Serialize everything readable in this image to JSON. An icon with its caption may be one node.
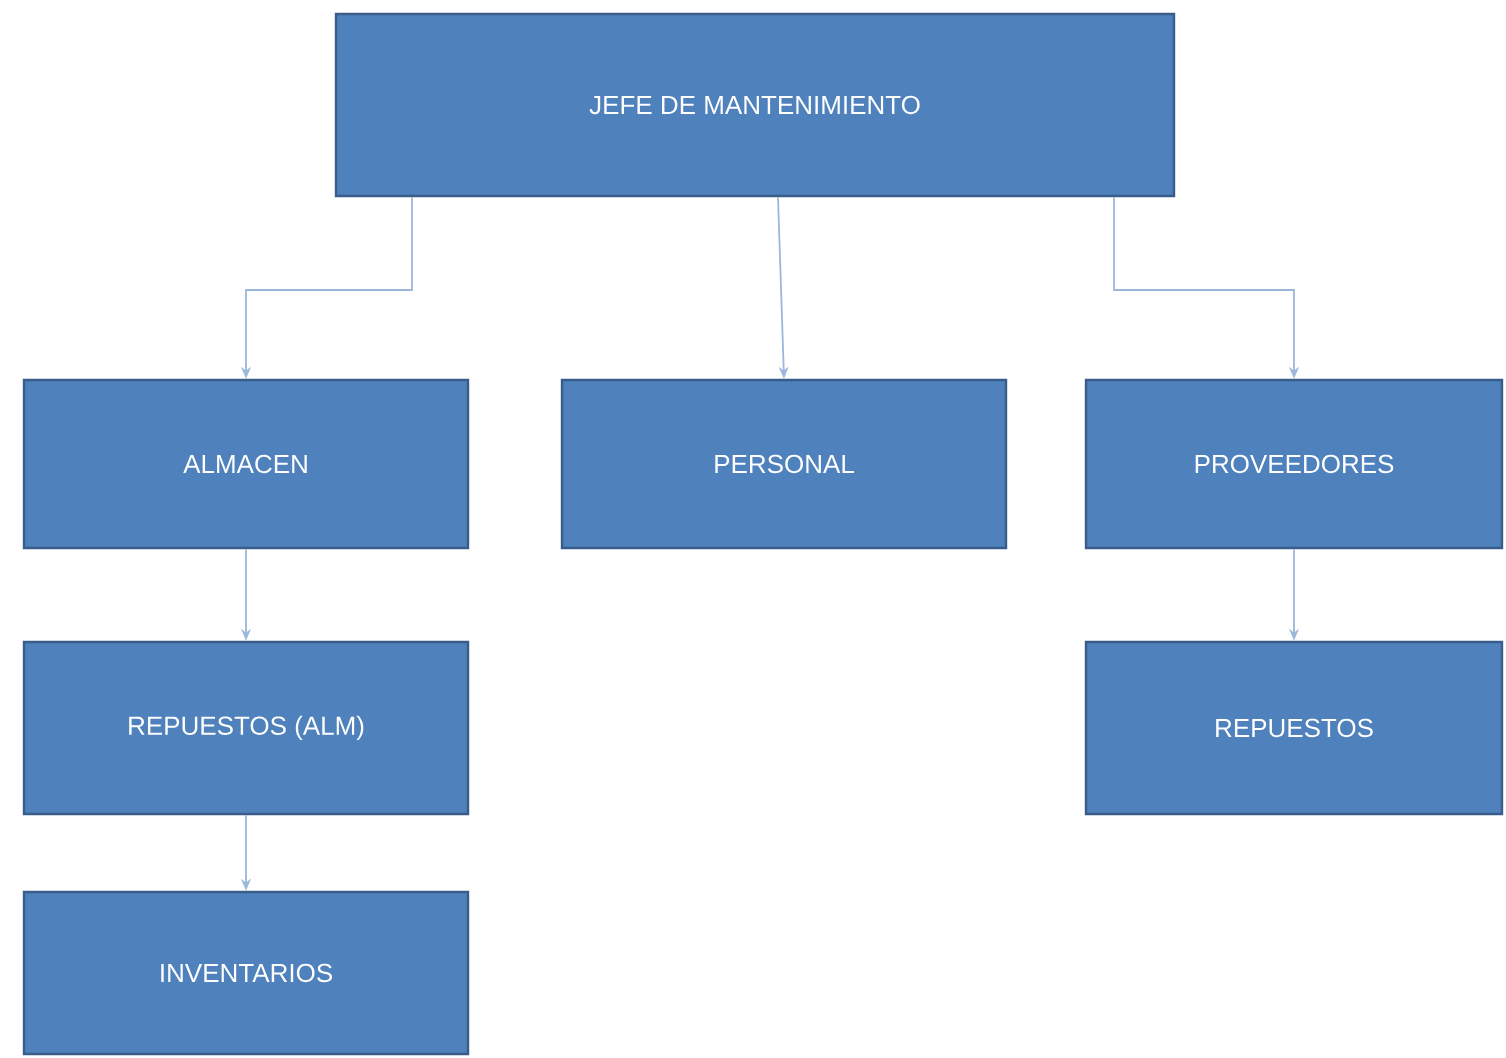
{
  "diagram": {
    "nodes": [
      {
        "text": [
          "JEFE  DE MANTENIMIENTO"
        ]
      },
      {
        "text": [
          "ALMACEN"
        ]
      },
      {
        "text": [
          "PERSONAL"
        ]
      },
      {
        "text": [
          "PROVEEDORES"
        ]
      },
      {
        "text": [
          "REPUESTOS (ALM)"
        ]
      },
      {
        "text": [
          "REPUESTOS"
        ]
      },
      {
        "text": [
          "INVENTARIOS"
        ]
      }
    ],
    "edges": [
      {
        "from": 0,
        "to": 1,
        "arrow": "to"
      },
      {
        "from": 0,
        "to": 2,
        "arrow": "to"
      },
      {
        "from": 0,
        "to": 3,
        "arrow": "to"
      },
      {
        "from": 1,
        "to": 4,
        "arrow": "to"
      },
      {
        "from": 3,
        "to": 5,
        "arrow": "to"
      },
      {
        "from": 4,
        "to": 6,
        "arrow": "to"
      }
    ]
  }
}
